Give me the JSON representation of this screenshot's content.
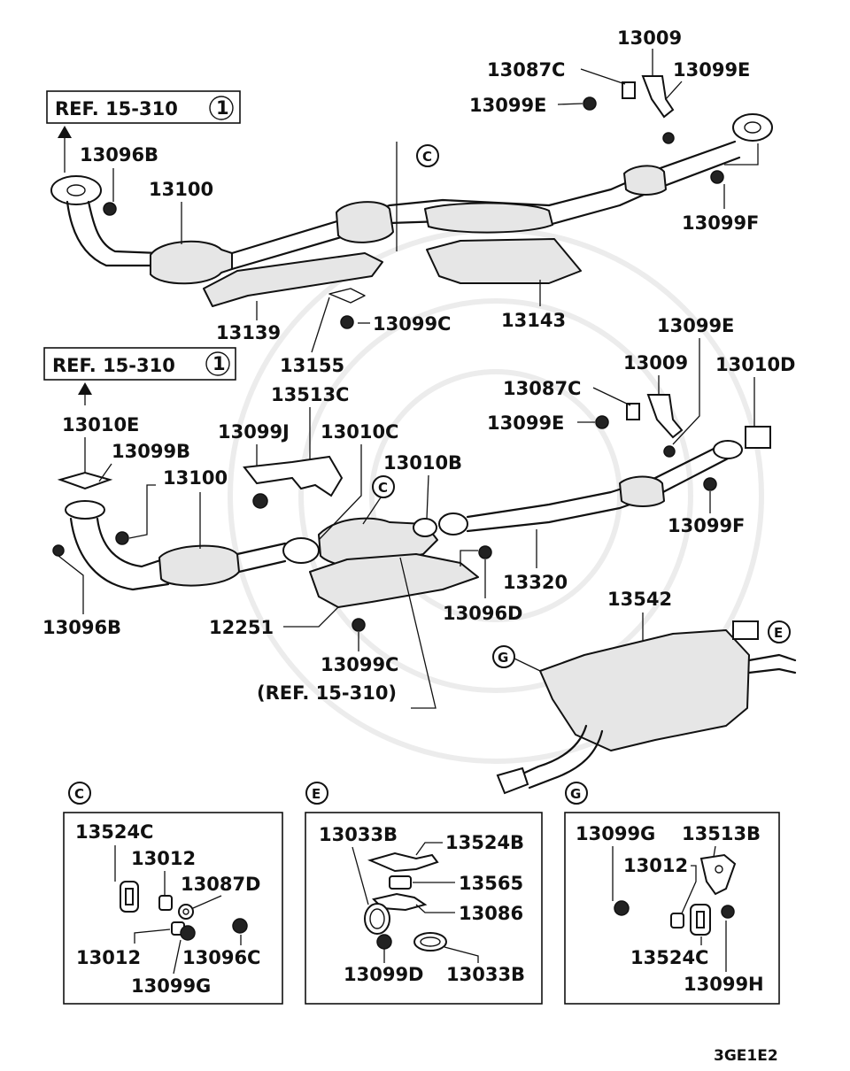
{
  "refs": {
    "upper_ref": "REF. 15-310",
    "upper_ref_num": "1",
    "middle_ref": "REF. 15-310",
    "middle_ref_num": "1",
    "bottom_ref": "(REF. 15-310)"
  },
  "upper_labels": {
    "p13009": "13009",
    "p13087C": "13087C",
    "p13099E_a": "13099E",
    "p13099E_b": "13099E",
    "p13096B": "13096B",
    "p13100": "13100",
    "p13099F": "13099F",
    "p13139": "13139",
    "p13099C": "13099C",
    "p13143": "13143",
    "p13155": "13155",
    "callout_C": "C"
  },
  "middle_labels": {
    "p13099E_top": "13099E",
    "p13009": "13009",
    "p13010D": "13010D",
    "p13087C": "13087C",
    "p13099E": "13099E",
    "p13513C": "13513C",
    "p13010E": "13010E",
    "p13099J": "13099J",
    "p13010C": "13010C",
    "p13099B": "13099B",
    "p13010B": "13010B",
    "p13100": "13100",
    "p13099F": "13099F",
    "p13320": "13320",
    "p13542": "13542",
    "p13096D": "13096D",
    "p13096B": "13096B",
    "p12251": "12251",
    "p13099C": "13099C",
    "callout_C": "C",
    "callout_E": "E",
    "callout_G": "G"
  },
  "detail_C": {
    "letter": "C",
    "p13524C": "13524C",
    "p13012_a": "13012",
    "p13087D": "13087D",
    "p13012_b": "13012",
    "p13096C": "13096C",
    "p13099G": "13099G"
  },
  "detail_E": {
    "letter": "E",
    "p13033B_a": "13033B",
    "p13524B": "13524B",
    "p13565": "13565",
    "p13086": "13086",
    "p13099D": "13099D",
    "p13033B_b": "13033B"
  },
  "detail_G": {
    "letter": "G",
    "p13099G": "13099G",
    "p13513B": "13513B",
    "p13012": "13012",
    "p13524C": "13524C",
    "p13099H": "13099H"
  },
  "footer": {
    "figure_code": "3GE1E2"
  }
}
